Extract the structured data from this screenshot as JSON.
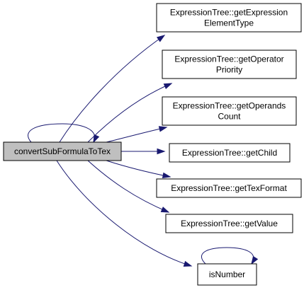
{
  "diagram": {
    "type": "call-graph",
    "root": {
      "label": "convertSubFormulaToTex",
      "calls_self": true
    },
    "callees": [
      {
        "lines": [
          "ExpressionTree::getExpression",
          "ElementType"
        ]
      },
      {
        "lines": [
          "ExpressionTree::getOperator",
          "Priority"
        ]
      },
      {
        "lines": [
          "ExpressionTree::getOperands",
          "Count"
        ]
      },
      {
        "lines": [
          "ExpressionTree::getChild"
        ]
      },
      {
        "lines": [
          "ExpressionTree::getTexFormat"
        ]
      },
      {
        "lines": [
          "ExpressionTree::getValue"
        ]
      },
      {
        "lines": [
          "isNumber"
        ],
        "calls_self": true
      }
    ],
    "colors": {
      "edge": "#191970",
      "root_fill": "#bfbfbf",
      "node_fill": "#ffffff",
      "node_border": "#000000"
    }
  }
}
